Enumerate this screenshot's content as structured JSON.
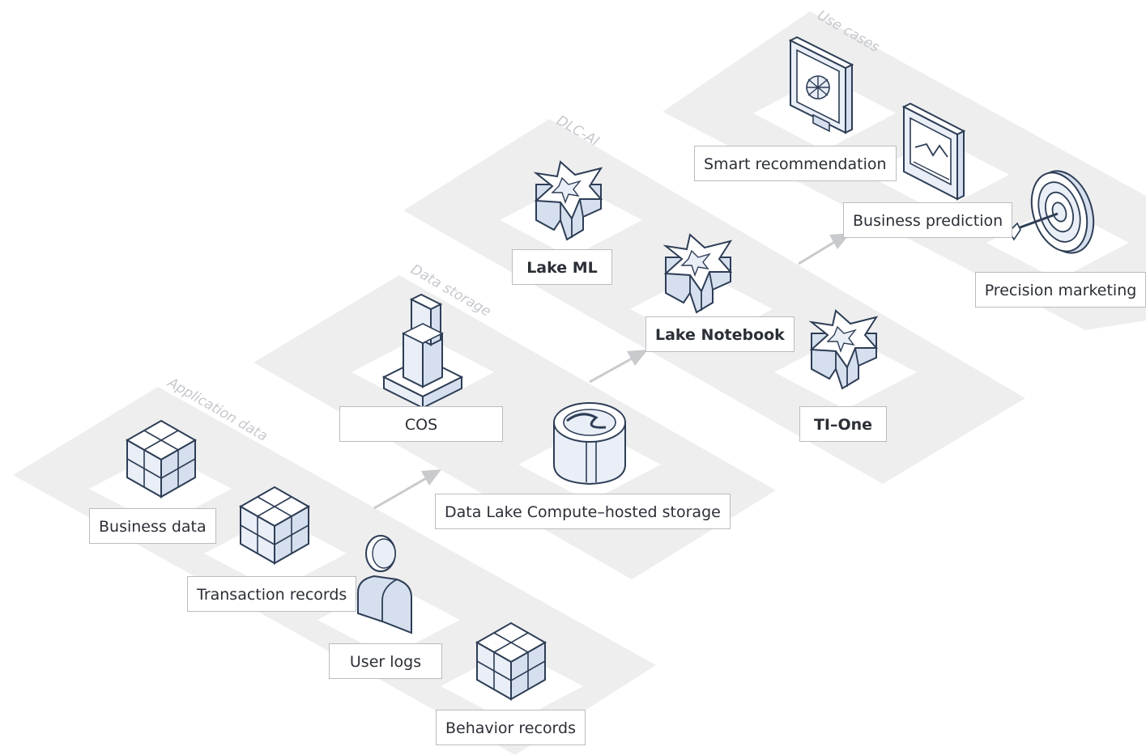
{
  "zones": [
    {
      "id": "application",
      "label": "Application data"
    },
    {
      "id": "storage",
      "label": "Data storage"
    },
    {
      "id": "dlc",
      "label": "DLC-AI"
    },
    {
      "id": "usecases",
      "label": "Use cases"
    }
  ],
  "nodes": {
    "business_data": {
      "label": "Business data",
      "icon": "cube-grid-icon"
    },
    "transaction_records": {
      "label": "Transaction records",
      "icon": "cube-grid-icon"
    },
    "user_logs": {
      "label": "User logs",
      "icon": "user-icon"
    },
    "behavior_records": {
      "label": "Behavior records",
      "icon": "cube-grid-icon"
    },
    "cos": {
      "label": "COS",
      "icon": "tower-storage-icon"
    },
    "dlc_storage": {
      "label": "Data Lake Compute–hosted storage",
      "icon": "cylinder-storage-icon"
    },
    "lake_ml": {
      "label": "Lake ML",
      "icon": "star-block-icon"
    },
    "lake_notebook": {
      "label": "Lake Notebook",
      "icon": "star-block-icon"
    },
    "ti_one": {
      "label": "TI–One",
      "icon": "star-block-icon"
    },
    "smart_recommendation": {
      "label": "Smart recommendation",
      "icon": "monitor-icon"
    },
    "business_prediction": {
      "label": "Business prediction",
      "icon": "chart-tablet-icon"
    },
    "precision_marketing": {
      "label": "Precision marketing",
      "icon": "target-icon"
    }
  },
  "colors": {
    "zone_fill": "#eeeeef",
    "pad_fill": "#ffffff",
    "icon_fill": "#e6ecf6",
    "icon_stroke": "#2d3d55",
    "arrow": "#c8cacd",
    "label_border": "#b9bcc1"
  }
}
